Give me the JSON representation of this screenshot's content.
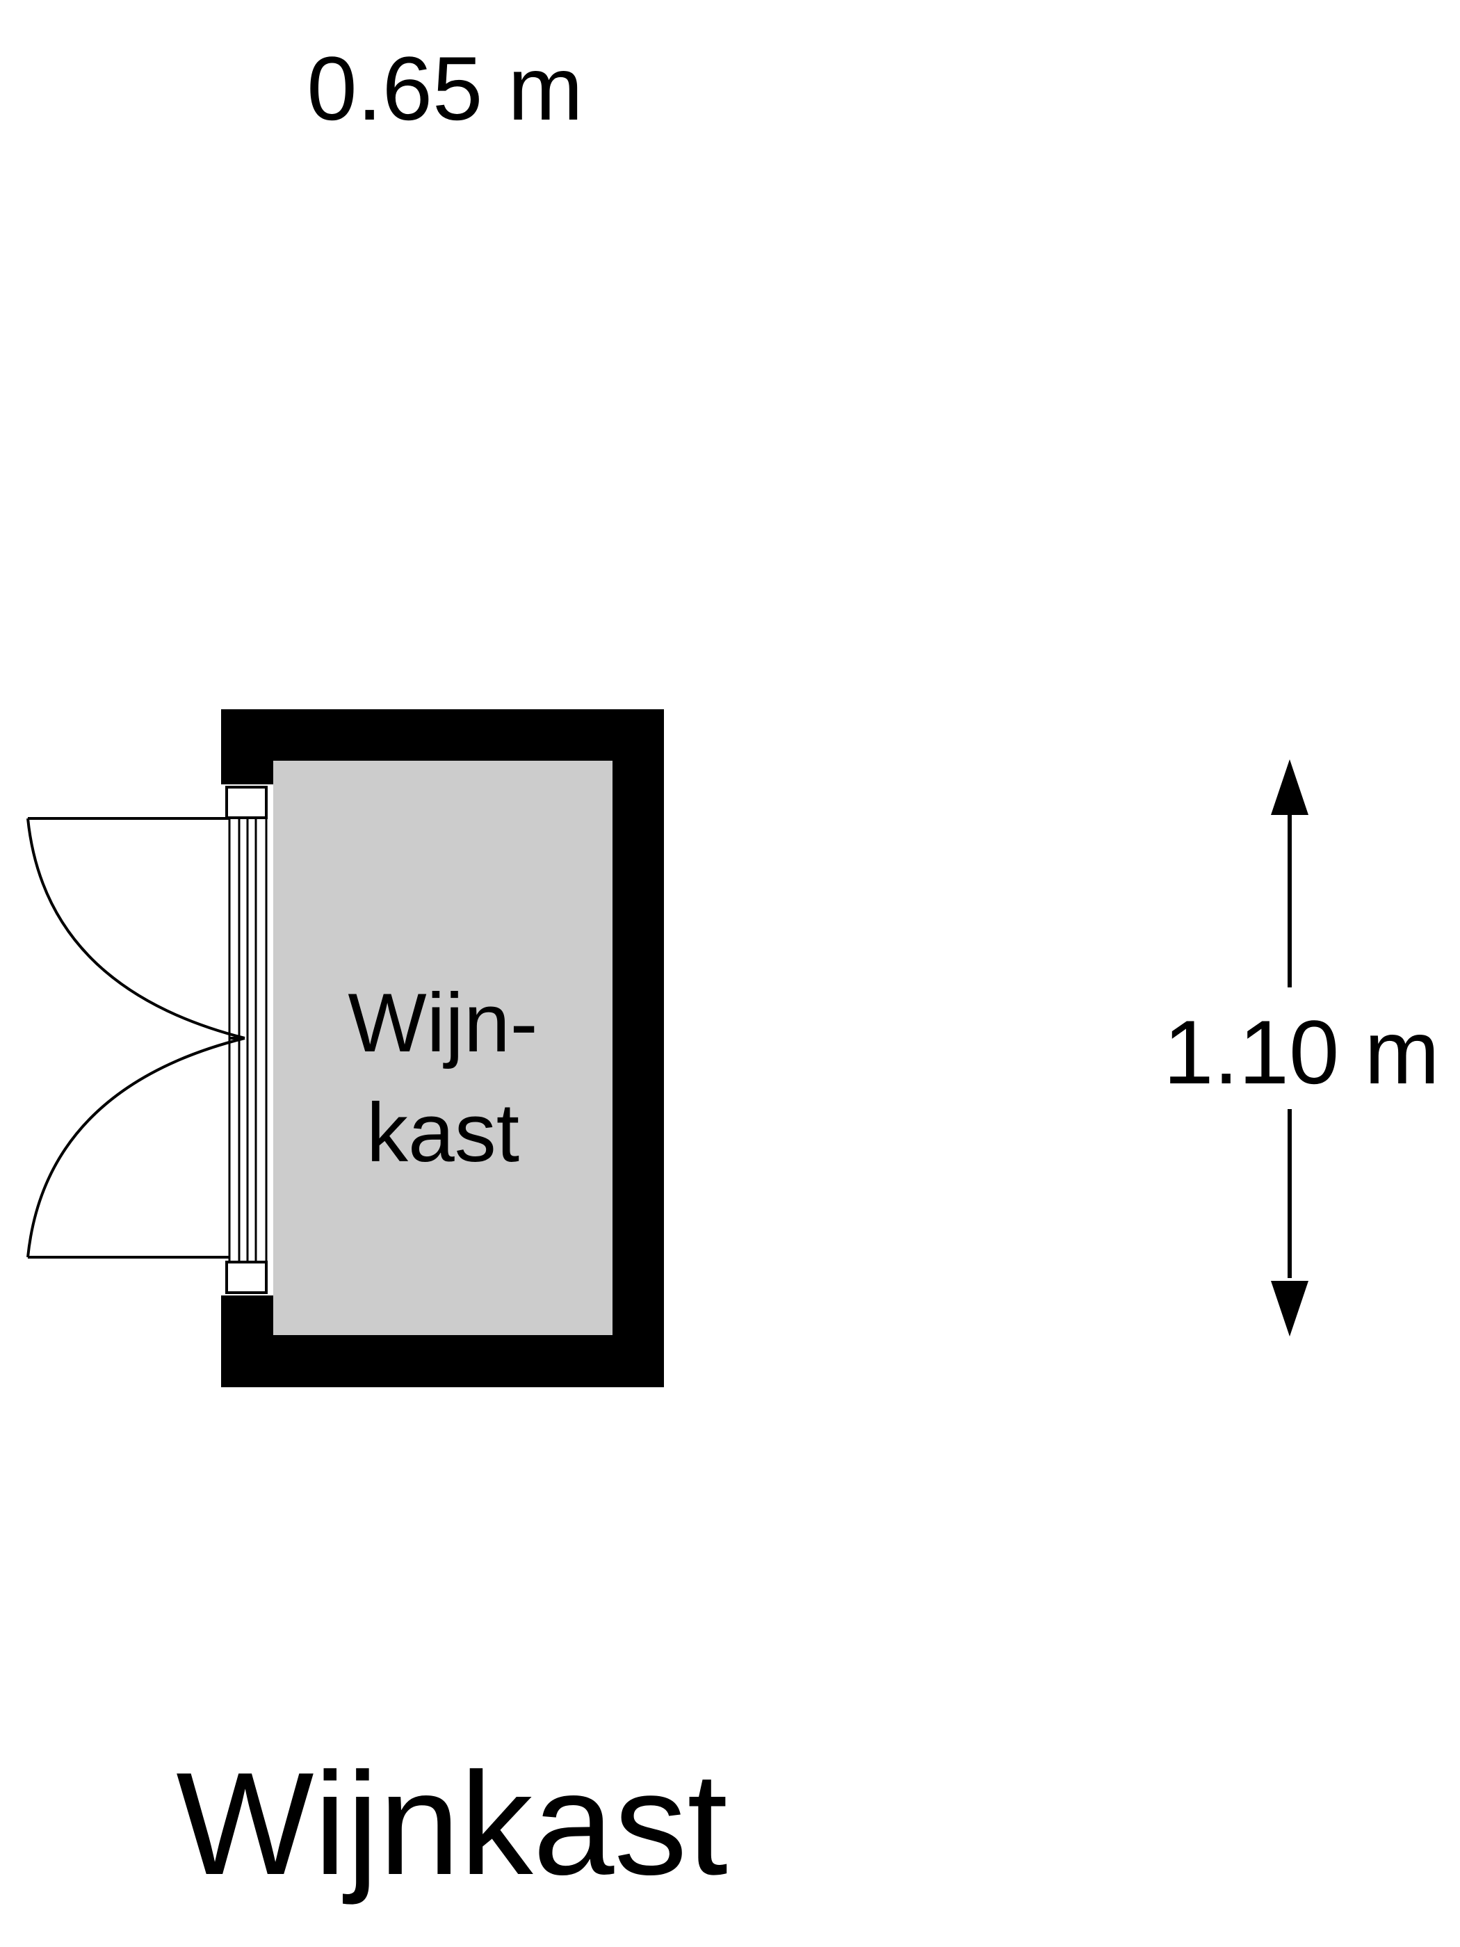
{
  "dimensions": {
    "width_label": "0.65 m",
    "height_label": "1.10 m"
  },
  "room": {
    "label_line1": "Wijn-",
    "label_line2": "kast"
  },
  "plan_title": "Wijnkast",
  "colors": {
    "wall": "#000000",
    "floor": "#cccccc",
    "background": "#ffffff",
    "line": "#000000"
  }
}
